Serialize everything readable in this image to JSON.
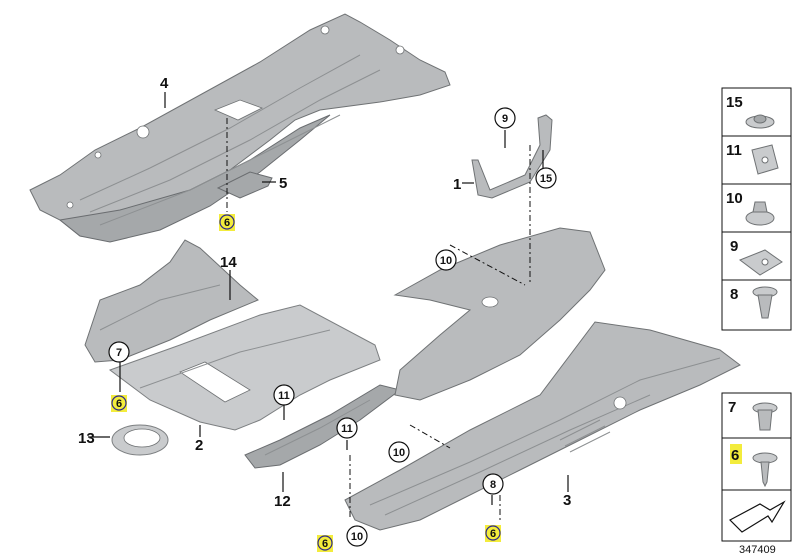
{
  "diagram": {
    "main_labels": {
      "p1": "1",
      "p2": "2",
      "p3": "3",
      "p4": "4",
      "p5": "5",
      "p12": "12",
      "p13": "13",
      "p14": "14"
    },
    "circle_labels": {
      "c9": "9",
      "c15": "15",
      "c10a": "10",
      "c10b": "10",
      "c10c": "10",
      "c7": "7",
      "c11a": "11",
      "c11b": "11",
      "c8": "8"
    },
    "highlight_labels": {
      "h6a": "6",
      "h6b": "6",
      "h6c": "6",
      "h6d": "6"
    },
    "side_panel": {
      "items": [
        "15",
        "11",
        "10",
        "9",
        "8"
      ],
      "items_lower": [
        "7",
        "6"
      ]
    },
    "reference_number": "347409",
    "colors": {
      "highlight": "#f3ec3c",
      "circle_stroke": "#2d2a8c",
      "part_fill": "#b9bbbd"
    }
  }
}
